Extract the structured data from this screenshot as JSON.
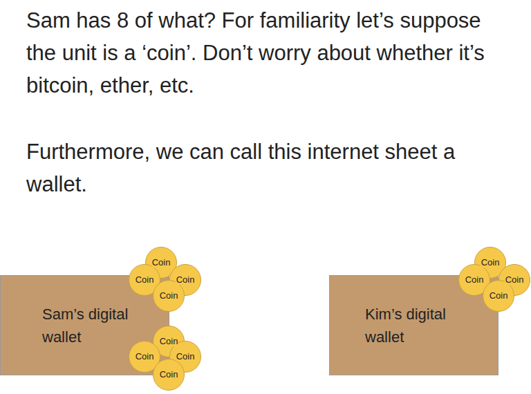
{
  "diagram": {
    "nodes": [
      {
        "text": [
          "Sam’s digital wallet"
        ]
      },
      {
        "text": [
          "Coin"
        ]
      },
      {
        "text": [
          "Coin"
        ]
      },
      {
        "text": [
          "Coin"
        ]
      },
      {
        "text": [
          "Coin"
        ]
      },
      {
        "text": [
          "Coin"
        ]
      },
      {
        "text": [
          "Coin"
        ]
      },
      {
        "text": [
          "Coin"
        ]
      },
      {
        "text": [
          "Coin"
        ]
      },
      {
        "text": [
          "Kim’s digital wallet"
        ]
      },
      {
        "text": [
          "Coin"
        ]
      },
      {
        "text": [
          "Coin"
        ]
      },
      {
        "text": [
          "Coin"
        ]
      },
      {
        "text": [
          "Coin"
        ]
      }
    ],
    "labels": [
      "Sam has 8 of what? For familiarity let’s suppose the unit is a ‘coin’. Don’t worry about whether it’s bitcoin, ether, etc.",
      "Furthermore, we can call this internet sheet a wallet."
    ]
  }
}
